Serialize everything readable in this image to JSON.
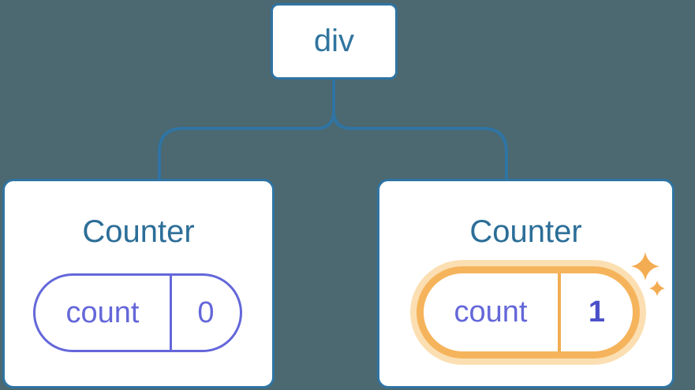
{
  "diagram": {
    "description": "React component tree showing state preserved per component instance",
    "background_color": "#4c6870",
    "colors": {
      "line_blue": "#2f74a3",
      "title_blue": "#2c6e98",
      "state_purple": "#6467d9",
      "value_bold_purple": "#4b50c8",
      "highlight_orange": "#f5b45c",
      "highlight_glow": "#fbdfb2",
      "sparkle_orange": "#f4ac52",
      "node_background": "#ffffff"
    },
    "root": {
      "label": "div"
    },
    "children": [
      {
        "title": "Counter",
        "state": {
          "key": "count",
          "value": "0"
        },
        "highlighted": false
      },
      {
        "title": "Counter",
        "state": {
          "key": "count",
          "value": "1"
        },
        "highlighted": true,
        "icon": "sparkles-icon"
      }
    ]
  }
}
